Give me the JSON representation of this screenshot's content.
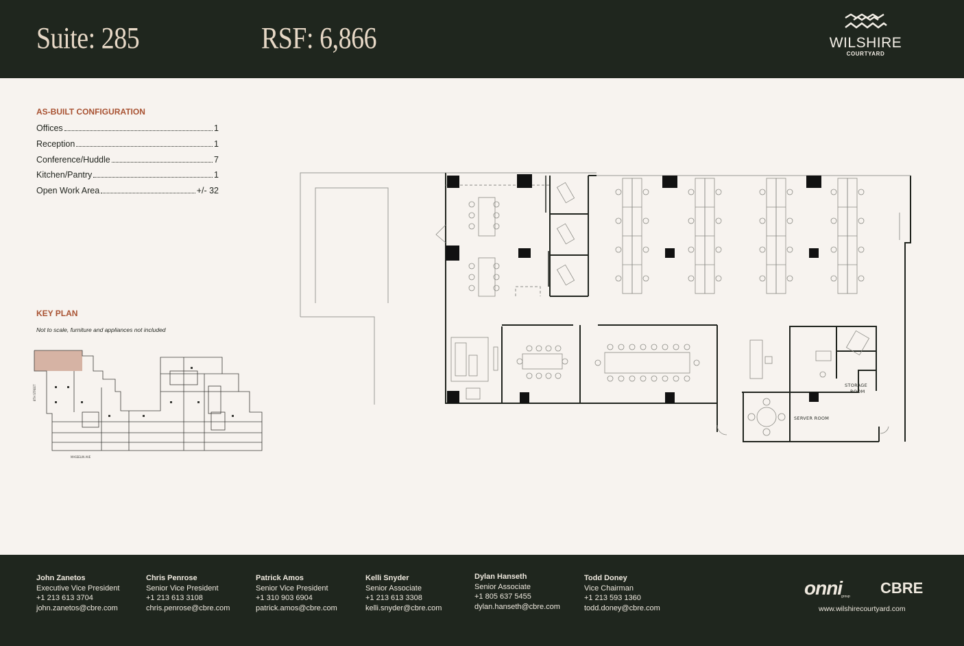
{
  "header": {
    "suite": "Suite: 285",
    "rsf": "RSF: 6,866",
    "logo_name": "WILSHIRE",
    "logo_sub": "COURTYARD"
  },
  "config": {
    "title": "AS-BUILT CONFIGURATION",
    "rows": [
      {
        "label": "Offices",
        "value": "1"
      },
      {
        "label": "Reception",
        "value": "1"
      },
      {
        "label": "Conference/Huddle",
        "value": "7"
      },
      {
        "label": "Kitchen/Pantry",
        "value": "1"
      },
      {
        "label": "Open Work Area",
        "value": "+/- 32"
      }
    ]
  },
  "key_plan": {
    "title": "KEY PLAN",
    "note": "Not to scale, furniture and appliances not included",
    "street_left": "8TH STREET",
    "street_bottom": "MASSELIN AVE"
  },
  "floor_plan": {
    "storage_label_1": "STORAGE",
    "storage_label_2": "ROOM",
    "server_label": "SERVER ROOM"
  },
  "contacts": [
    {
      "name": "John Zanetos",
      "title": "Executive Vice President",
      "phone": "+1 213 613 3704",
      "email": "john.zanetos@cbre.com"
    },
    {
      "name": "Chris Penrose",
      "title": "Senior Vice President",
      "phone": "+1 213 613 3108",
      "email": "chris.penrose@cbre.com"
    },
    {
      "name": "Patrick Amos",
      "title": "Senior Vice President",
      "phone": "+1 310 903 6904",
      "email": "patrick.amos@cbre.com"
    },
    {
      "name": "Kelli Snyder",
      "title": "Senior Associate",
      "phone": "+1 213 613 3308",
      "email": "kelli.snyder@cbre.com"
    },
    {
      "name": "Dylan Hanseth",
      "title": "Senior Associate",
      "phone": "+1 805 637 5455",
      "email": "dylan.hanseth@cbre.com"
    },
    {
      "name": "Todd Doney",
      "title": "Vice Chairman",
      "phone": "+1 213 593 1360",
      "email": "todd.doney@cbre.com"
    }
  ],
  "brands": {
    "onni": "onni",
    "onni_sub": "group",
    "cbre": "CBRE",
    "website": "www.wilshirecourtyard.com"
  },
  "colors": {
    "dark_green": "#1f261e",
    "cream": "#f7f3ef",
    "accent_rust": "#a85232",
    "keyplan_highlight": "#d6b3a4"
  }
}
